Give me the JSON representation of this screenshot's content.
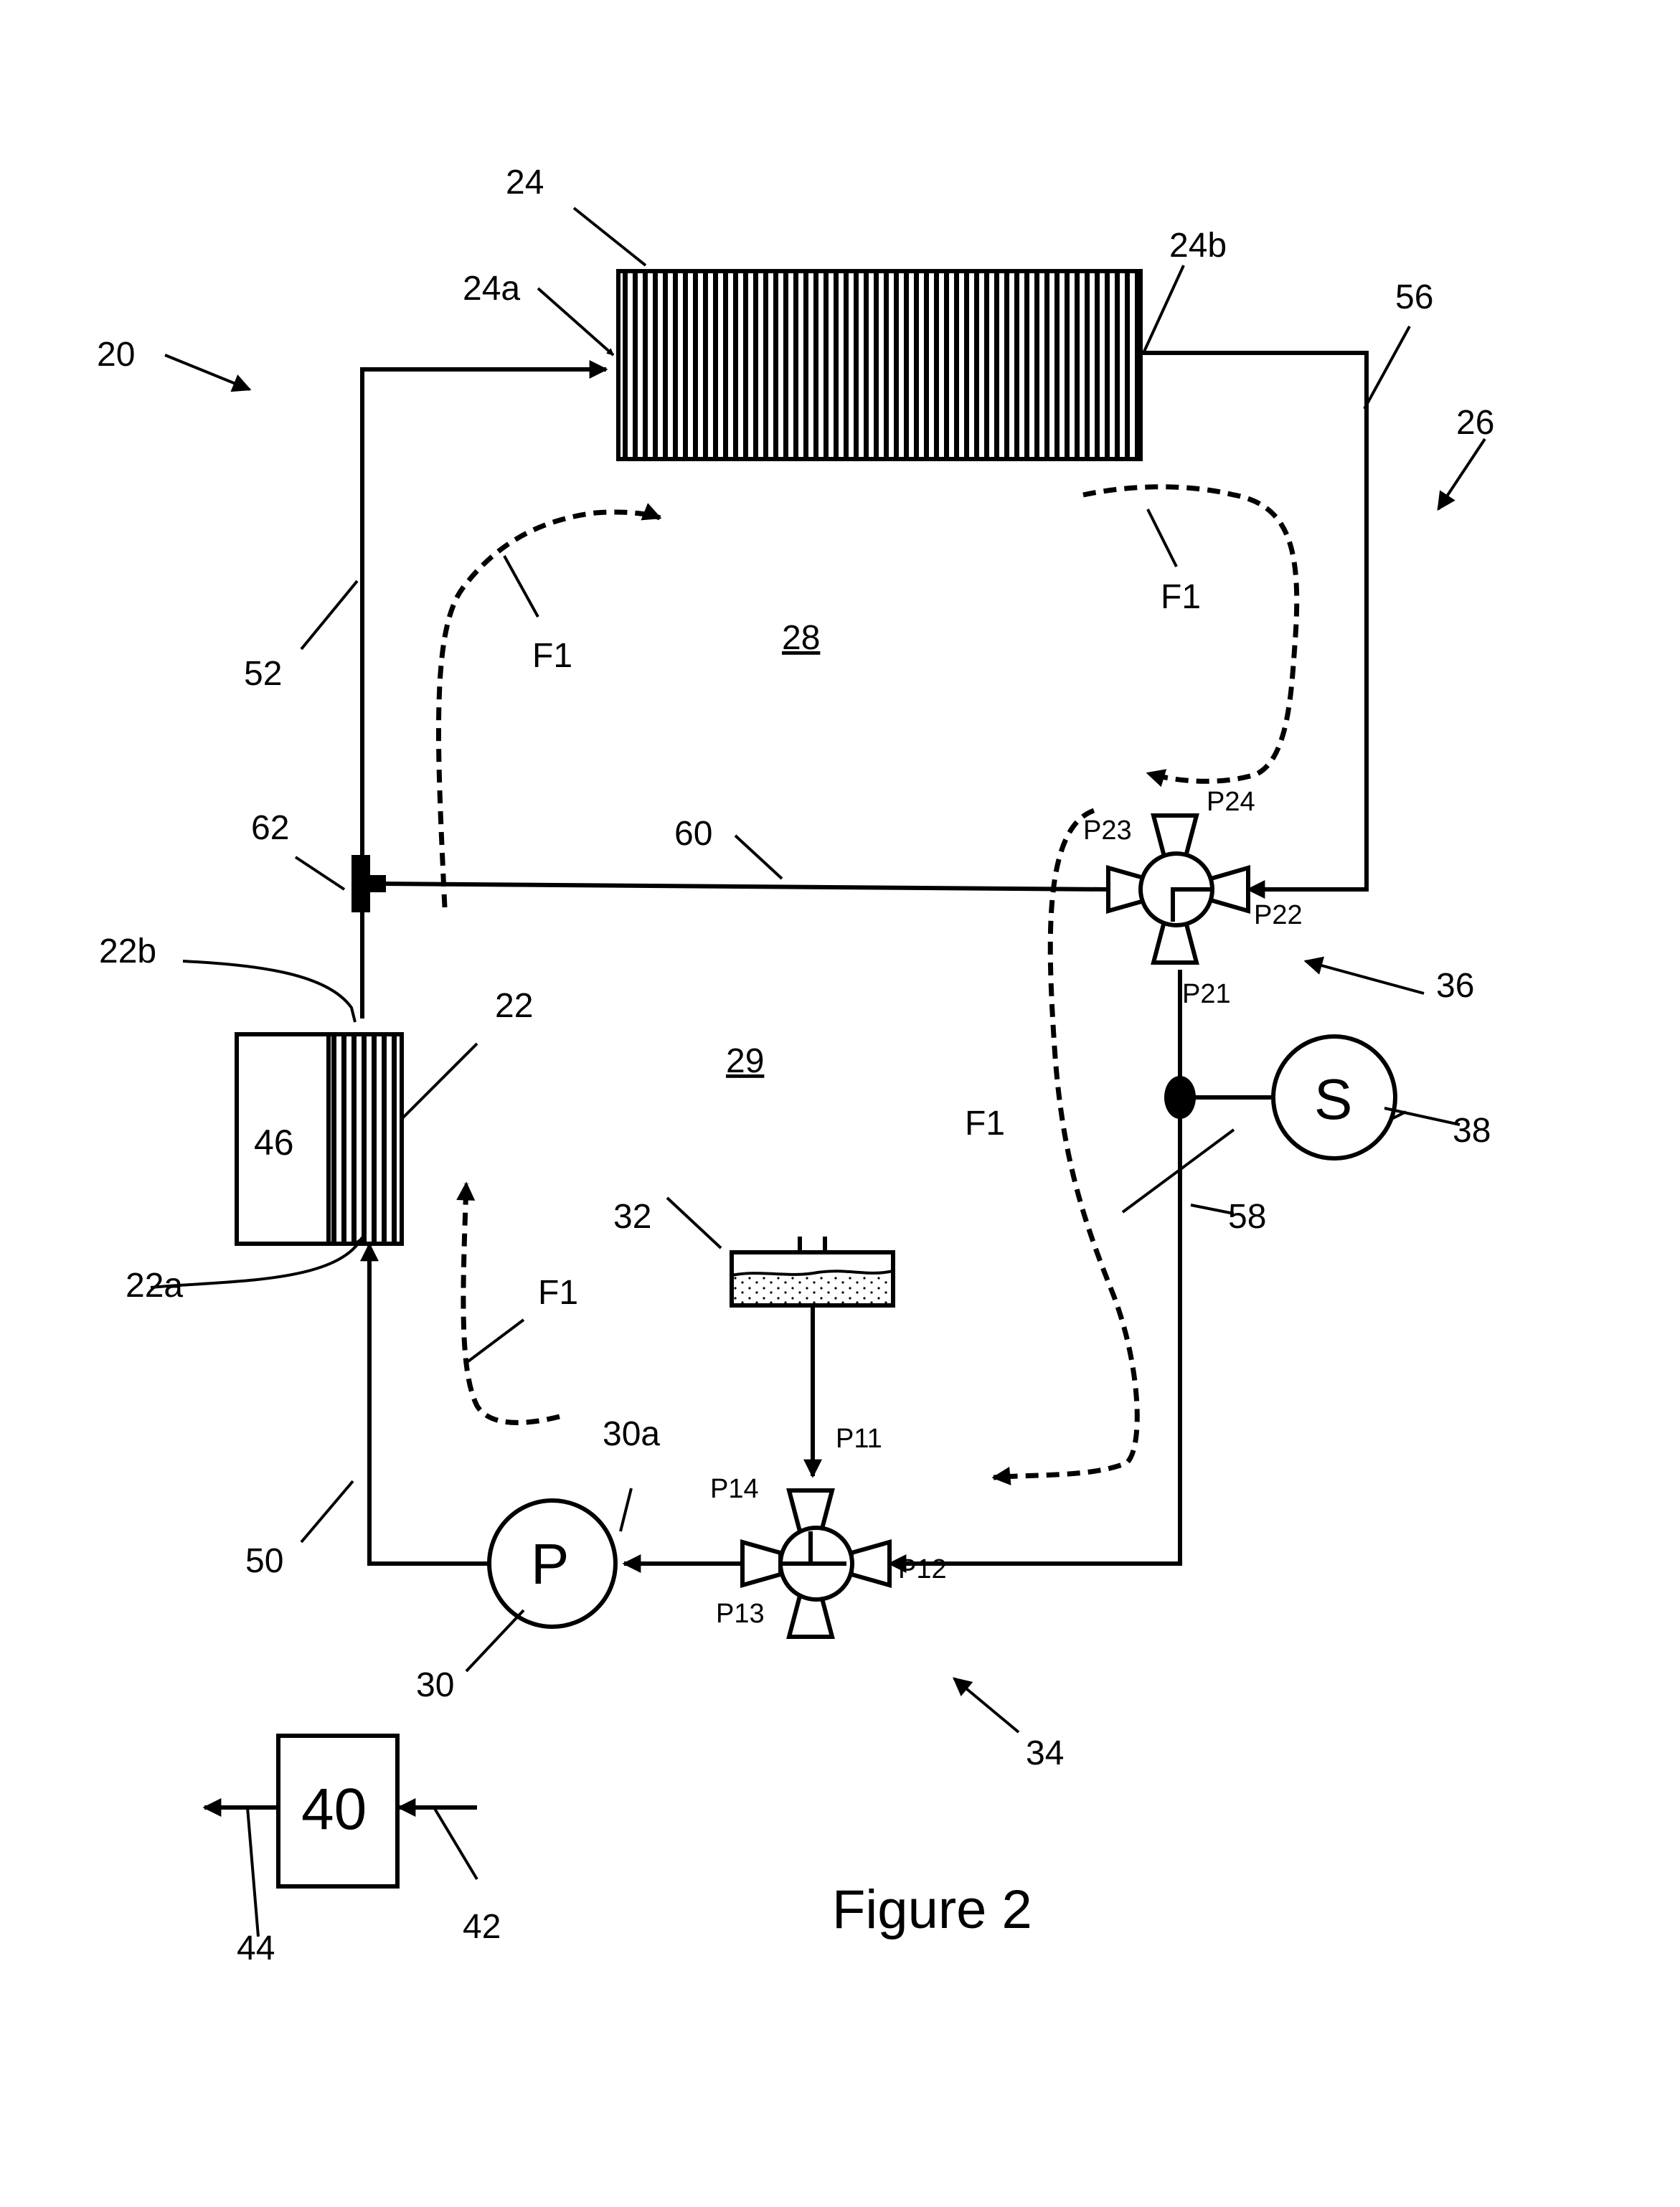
{
  "figure_title": "Figure 2",
  "labels": {
    "system": "20",
    "heat_exchanger_top": "24",
    "heat_exchanger_top_inlet": "24a",
    "heat_exchanger_top_outlet": "24b",
    "return_line": "56",
    "circuit": "26",
    "zone_upper": "28",
    "zone_lower": "29",
    "supply_line": "52",
    "tee": "62",
    "bypass_line": "60",
    "heat_exchanger_left": "22",
    "heat_exchanger_left_outlet": "22b",
    "heat_exchanger_left_inlet": "22a",
    "block_46": "46",
    "reservoir": "32",
    "pump": "30",
    "pump_inlet": "30a",
    "pump_line": "50",
    "valve_lower": "34",
    "valve_upper": "36",
    "sensor": "38",
    "sensor_line": "58",
    "controller": "40",
    "controller_in": "42",
    "controller_out": "44"
  },
  "flow_labels": [
    "F1",
    "F1",
    "F1",
    "F1"
  ],
  "symbols": {
    "pump": "P",
    "sensor": "S"
  },
  "valve_ports": {
    "lower": [
      "P11",
      "P12",
      "P13",
      "P14"
    ],
    "upper": [
      "P21",
      "P22",
      "P23",
      "P24"
    ]
  }
}
